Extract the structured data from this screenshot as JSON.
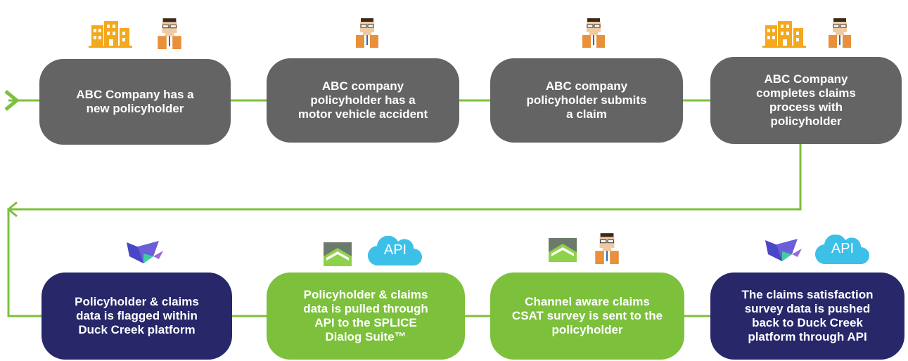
{
  "diagram": {
    "top_row": [
      {
        "label": "ABC Company has a\nnew policyholder",
        "icons": [
          "building-icon",
          "person-icon"
        ]
      },
      {
        "label": "ABC company\npolicyholder has a\nmotor vehicle accident",
        "icons": [
          "person-icon"
        ]
      },
      {
        "label": "ABC company\npolicyholder submits\na claim",
        "icons": [
          "person-icon"
        ]
      },
      {
        "label": "ABC Company\ncompletes claims\nprocess with\npolicyholder",
        "icons": [
          "building-icon",
          "person-icon"
        ]
      }
    ],
    "bottom_row": [
      {
        "label": "Policyholder & claims\ndata is flagged within\nDuck Creek platform",
        "icons": [
          "duck-creek-logo-icon"
        ]
      },
      {
        "label": "Policyholder & claims\ndata is pulled through\nAPI to the SPLICE\nDialog Suite™",
        "icons": [
          "splice-logo-icon",
          "api-cloud-icon"
        ]
      },
      {
        "label": "Channel aware claims\nCSAT survey is sent to the\npolicyholder",
        "icons": [
          "splice-logo-icon",
          "person-icon"
        ]
      },
      {
        "label": "The claims satisfaction\nsurvey data is pushed\nback to Duck Creek\nplatform through API",
        "icons": [
          "duck-creek-logo-icon",
          "api-cloud-icon"
        ]
      }
    ],
    "api_label": "API",
    "colors": {
      "connector": "#7cc03c",
      "gray_box": "#646464",
      "navy_box": "#27276a",
      "green_box": "#7cc03c",
      "building": "#f4a81d",
      "api_cloud": "#3cc0e8"
    }
  }
}
